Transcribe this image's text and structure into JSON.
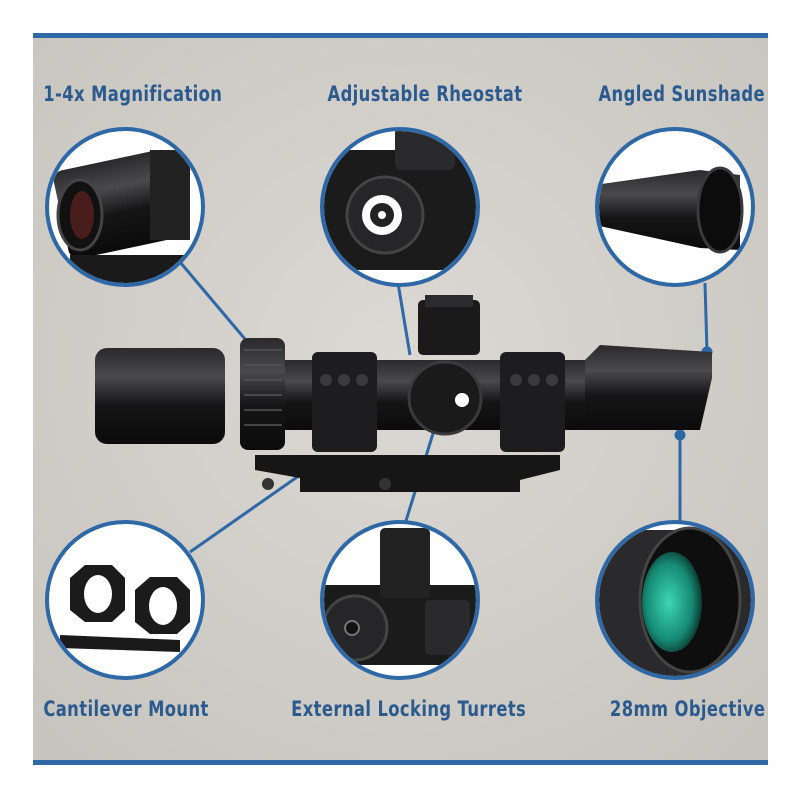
{
  "features": [
    {
      "label": "1-4x Magnification",
      "icon": "eyepiece-closeup"
    },
    {
      "label": "Adjustable Rheostat",
      "icon": "rheostat-closeup"
    },
    {
      "label": "Angled Sunshade",
      "icon": "sunshade-closeup"
    },
    {
      "label": "Cantilever Mount",
      "icon": "mount-closeup"
    },
    {
      "label": "External Locking Turrets",
      "icon": "turret-closeup"
    },
    {
      "label": "28mm Objective",
      "icon": "objective-closeup"
    }
  ],
  "colors": {
    "accent": "#2f68a6",
    "label": "#2b5a8f",
    "background": "#d3d0ca",
    "scope": "#1c1c1e",
    "lens": "#1fa88f"
  }
}
